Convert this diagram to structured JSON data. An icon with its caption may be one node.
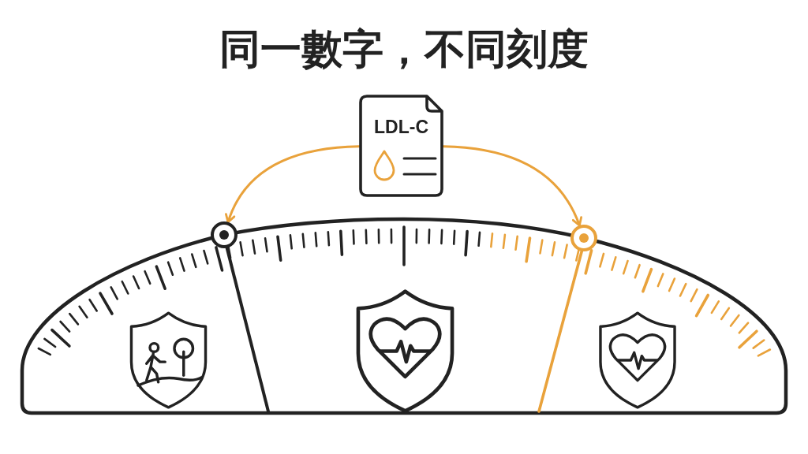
{
  "diagram": {
    "title": "同一數字，不同刻度",
    "nodes": [
      {
        "text": [
          "LDL-C"
        ]
      },
      {
        "text": [],
        "shape": "circle"
      },
      {
        "text": [],
        "shape": "circle"
      }
    ],
    "edges": [
      {
        "from": 0,
        "to": 1,
        "arrow": "to"
      },
      {
        "from": 0,
        "to": 2,
        "arrow": "to"
      }
    ]
  }
}
